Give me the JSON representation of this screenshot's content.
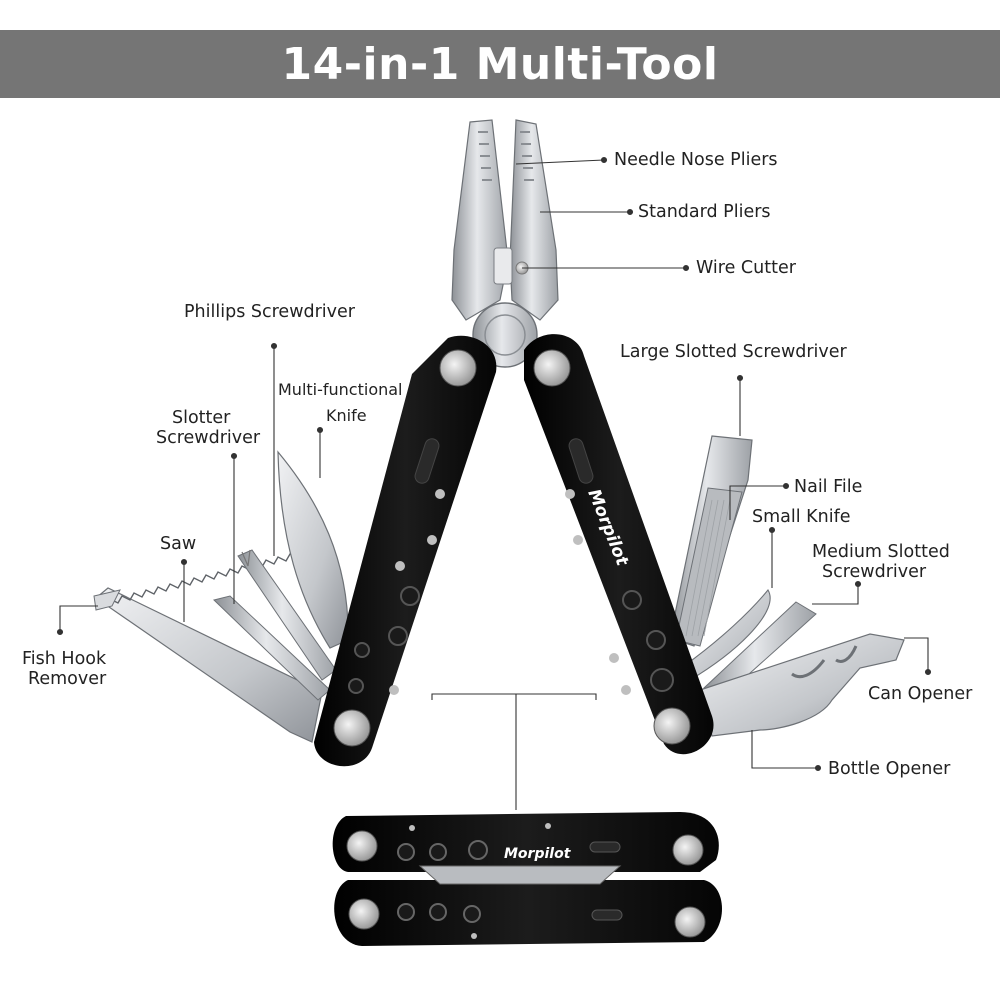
{
  "title": "14-in-1 Multi-Tool",
  "brand": "Morpilot",
  "colors": {
    "banner": "#757575",
    "handle": "#0b0b0b",
    "steel": "#c9ccd0",
    "label": "#222222"
  },
  "labels": {
    "needle_nose_pliers": "Needle Nose Pliers",
    "standard_pliers": "Standard Pliers",
    "wire_cutter": "Wire Cutter",
    "phillips_screwdriver": "Phillips Screwdriver",
    "large_slotted_screwdriver": "Large Slotted Screwdriver",
    "multi_functional_knife_line1": "Multi-functional",
    "multi_functional_knife_line2": "Knife",
    "slotter_screwdriver_line1": "Slotter",
    "slotter_screwdriver_line2": "Screwdriver",
    "nail_file": "Nail File",
    "small_knife": "Small Knife",
    "saw": "Saw",
    "medium_slotted_screwdriver_line1": "Medium Slotted",
    "medium_slotted_screwdriver_line2": "Screwdriver",
    "fish_hook_remover_line1": "Fish Hook",
    "fish_hook_remover_line2": "Remover",
    "can_opener": "Can Opener",
    "bottle_opener": "Bottle Opener"
  }
}
